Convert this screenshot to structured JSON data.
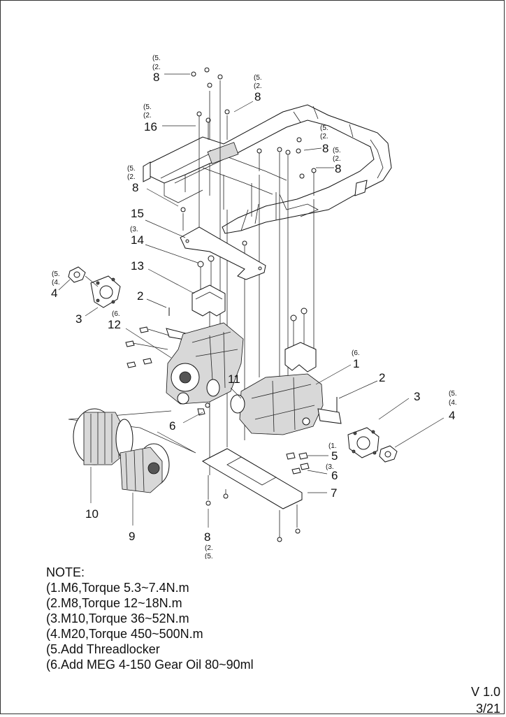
{
  "callouts": [
    {
      "num": "8",
      "refs": [
        "(5.",
        "(2."
      ]
    },
    {
      "num": "8",
      "refs": [
        "(5.",
        "(2."
      ]
    },
    {
      "num": "16",
      "refs": [
        "(5.",
        "(2."
      ]
    },
    {
      "num": "8",
      "refs": [
        "(5.",
        "(2."
      ]
    },
    {
      "num": "8",
      "refs": [
        "(5.",
        "(2."
      ]
    },
    {
      "num": "8",
      "refs": [
        "(5.",
        "(2."
      ]
    },
    {
      "num": "15",
      "refs": []
    },
    {
      "num": "14",
      "refs": [
        "(3."
      ]
    },
    {
      "num": "13",
      "refs": []
    },
    {
      "num": "4",
      "refs": [
        "(5.",
        "(4."
      ]
    },
    {
      "num": "3",
      "refs": []
    },
    {
      "num": "2",
      "refs": []
    },
    {
      "num": "12",
      "refs": [
        "(6."
      ]
    },
    {
      "num": "1",
      "refs": [
        "(6."
      ]
    },
    {
      "num": "2",
      "refs": []
    },
    {
      "num": "3",
      "refs": []
    },
    {
      "num": "4",
      "refs": [
        "(5.",
        "(4."
      ]
    },
    {
      "num": "11",
      "refs": []
    },
    {
      "num": "6",
      "refs": []
    },
    {
      "num": "5",
      "refs": [
        "(1."
      ]
    },
    {
      "num": "6",
      "refs": [
        "(3."
      ]
    },
    {
      "num": "7",
      "refs": []
    },
    {
      "num": "10",
      "refs": []
    },
    {
      "num": "9",
      "refs": []
    },
    {
      "num": "8",
      "refs": [
        "(2.",
        "(5."
      ]
    }
  ],
  "notes": {
    "title": "NOTE:",
    "items": [
      "(1.M6,Torque 5.3~7.4N.m",
      "(2.M8,Torque 12~18N.m",
      "(3.M10,Torque 36~52N.m",
      "(4.M20,Torque 450~500N.m",
      "(5.Add Threadlocker",
      "(6.Add MEG 4-150 Gear Oil 80~90ml"
    ]
  },
  "footer": {
    "version": "V 1.0",
    "page": "3/21"
  }
}
